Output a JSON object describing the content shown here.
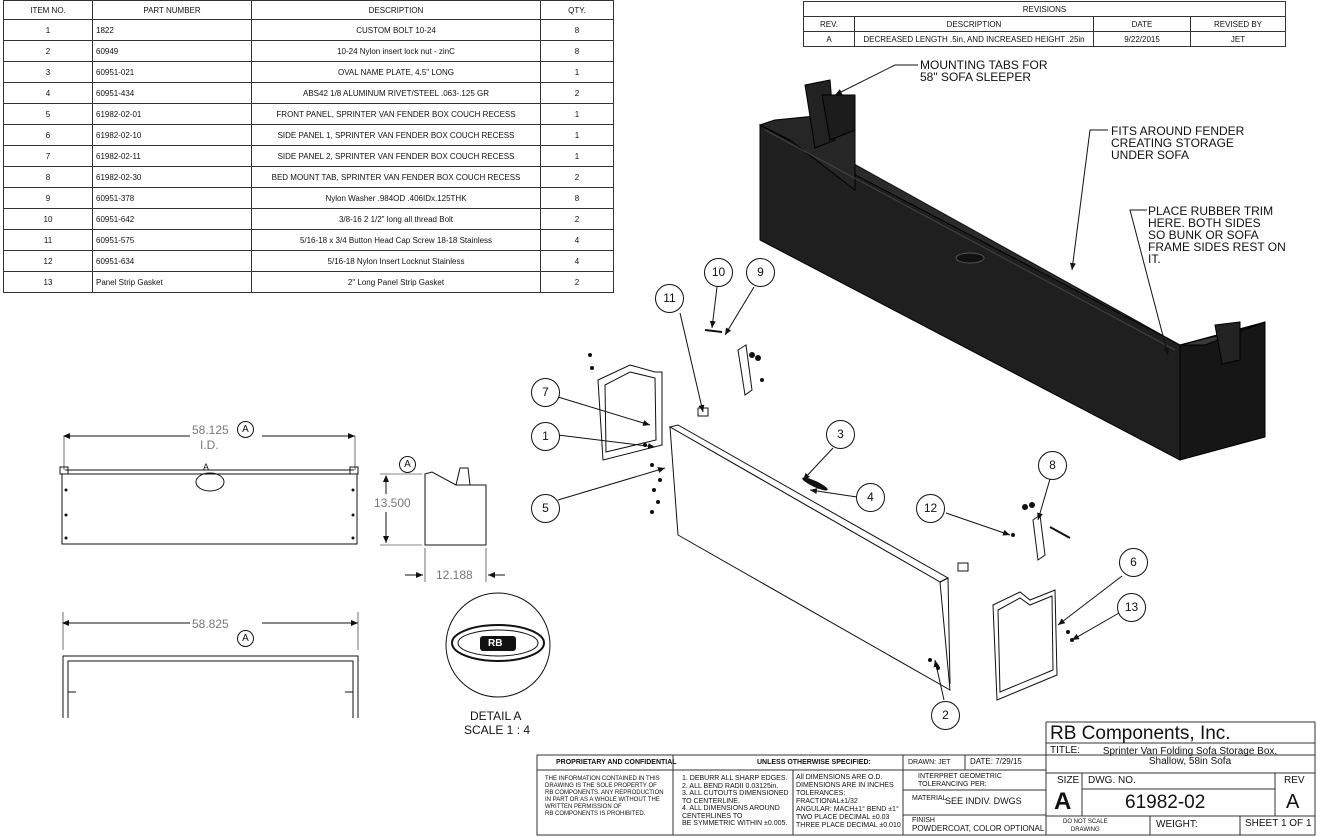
{
  "bom": {
    "headers": [
      "ITEM NO.",
      "PART NUMBER",
      "DESCRIPTION",
      "QTY."
    ],
    "rows": [
      [
        "1",
        "1822",
        "CUSTOM BOLT 10-24",
        "8"
      ],
      [
        "2",
        "60949",
        "10-24 Nylon insert lock nut - zinC",
        "8"
      ],
      [
        "3",
        "60951-021",
        "OVAL NAME PLATE, 4.5\" LONG",
        "1"
      ],
      [
        "4",
        "60951-434",
        "ABS42 1/8 ALUMINUM RIVET/STEEL .063-.125 GR",
        "2"
      ],
      [
        "5",
        "61982-02-01",
        "FRONT PANEL, SPRINTER VAN FENDER BOX COUCH RECESS",
        "1"
      ],
      [
        "6",
        "61982-02-10",
        "SIDE PANEL 1, SPRINTER VAN FENDER BOX COUCH RECESS",
        "1"
      ],
      [
        "7",
        "61982-02-11",
        "SIDE PANEL 2, SPRINTER VAN FENDER BOX COUCH RECESS",
        "1"
      ],
      [
        "8",
        "61982-02-30",
        "BED MOUNT TAB, SPRINTER VAN FENDER BOX COUCH RECESS",
        "2"
      ],
      [
        "9",
        "60951-378",
        "Nylon Washer .984OD .406IDx.125THK",
        "8"
      ],
      [
        "10",
        "60951-642",
        "3/8-16 2 1/2\" long all thread Bolt",
        "2"
      ],
      [
        "11",
        "60951-575",
        "5/16-18 x 3/4 Button Head Cap Screw 18-18 Stainless",
        "4"
      ],
      [
        "12",
        "60951-634",
        "5/16-18 Nylon Insert Locknut Stainless",
        "4"
      ],
      [
        "13",
        "Panel Strip Gasket",
        "2\" Long Panel Strip Gasket",
        "2"
      ]
    ]
  },
  "revisions": {
    "title": "REVISIONS",
    "headers": [
      "REV.",
      "DESCRIPTION",
      "DATE",
      "REVISED BY"
    ],
    "rows": [
      [
        "A",
        "DECREASED LENGTH .5in, AND INCREASED HEIGHT .25in",
        "9/22/2015",
        "JET"
      ]
    ]
  },
  "notes": {
    "mounting_tabs": "MOUNTING TABS FOR\n58\" SOFA SLEEPER",
    "fits_around": "FITS AROUND FENDER\nCREATING STORAGE\nUNDER SOFA",
    "rubber_trim": "PLACE RUBBER TRIM\nHERE. BOTH SIDES\nSO BUNK OR SOFA\nFRAME SIDES REST ON\nIT."
  },
  "balloons": [
    "1",
    "2",
    "3",
    "4",
    "5",
    "6",
    "7",
    "8",
    "9",
    "10",
    "11",
    "12",
    "13"
  ],
  "dimensions": {
    "id_width": "58.125",
    "id_label": "I.D.",
    "height": "13.500",
    "depth": "12.188",
    "overall_width": "58.825",
    "rev_flag": "A"
  },
  "detail": {
    "title": "DETAIL A",
    "scale": "SCALE 1 : 4",
    "logo": "RB"
  },
  "title_block": {
    "company": "RB Components, Inc.",
    "title_label": "TITLE:",
    "title": "Sprinter Van Folding Sofa Storage Box,\nShallow, 58in Sofa",
    "size_label": "SIZE",
    "size": "A",
    "dwg_no_label": "DWG.  NO.",
    "dwg_no": "61982-02",
    "rev_label": "REV",
    "rev": "A",
    "drawn": "DRAWN: JET",
    "date": "DATE:  7/29/15",
    "geom": "INTERPRET GEOMETRIC\nTOLERANCING PER:",
    "material_label": "MATERIAL",
    "material": "SEE INDIV. DWGS",
    "finish_label": "FINISH",
    "finish": "POWDERCOAT, COLOR OPTIONAL",
    "no_scale": "DO NOT SCALE\nDRAWING",
    "weight": "WEIGHT:",
    "sheet": "SHEET 1 OF 1",
    "prop_title": "PROPRIETARY AND CONFIDENTIAL",
    "prop_text": "THE INFORMATION CONTAINED IN THIS\nDRAWING IS THE SOLE PROPERTY OF\nRB COMPONENTS.  ANY REPRODUCTION\nIN PART OR AS A WHOLE WITHOUT THE\nWRITTEN PERMISSION OF\nRB COMPONENTS IS PROHIBITED.",
    "unless": "UNLESS OTHERWISE SPECIFIED:",
    "notes_list": "1.  DEBURR ALL SHARP EDGES.\n2.  ALL BEND RADII 0.03125in.\n3.  ALL CUTOUTS DIMENSIONED\n     TO CENTERLINE.\n4.  ALL DIMENSIONS AROUND\n     CENTERLINES TO\n     BE SYMMETRIC WITHIN ±0.005.",
    "tolerances": "All DIMENSIONS ARE O.D.\nDIMENSIONS ARE IN INCHES\nTOLERANCES:\nFRACTIONAL±1/32\nANGULAR: MACH±1°   BEND ±1°\nTWO PLACE DECIMAL    ±0.03\nTHREE PLACE DECIMAL  ±0.010"
  }
}
